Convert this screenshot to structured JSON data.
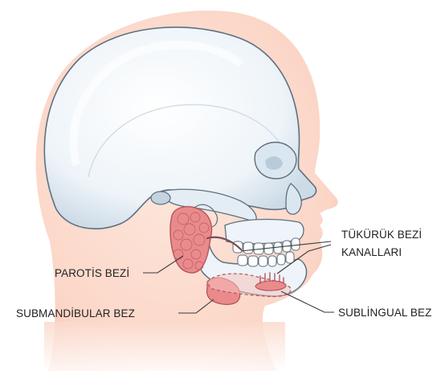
{
  "labels": {
    "parotid": "PAROTİS BEZİ",
    "ducts_line1": "TÜKÜRÜK BEZİ",
    "ducts_line2": "KANALLARI",
    "submandibular": "SUBMANDİBULAR BEZ",
    "sublingual": "SUBLİNGUAL BEZ"
  },
  "colors": {
    "skin": "#f7c9b8",
    "skin_light": "#fde6dc",
    "bone": "#eef4f9",
    "bone_shadow": "#c9d9e6",
    "bone_outline": "#5d7080",
    "gland": "#e98b8c",
    "gland_outline": "#b5545a",
    "duct": "#7b4a54"
  }
}
